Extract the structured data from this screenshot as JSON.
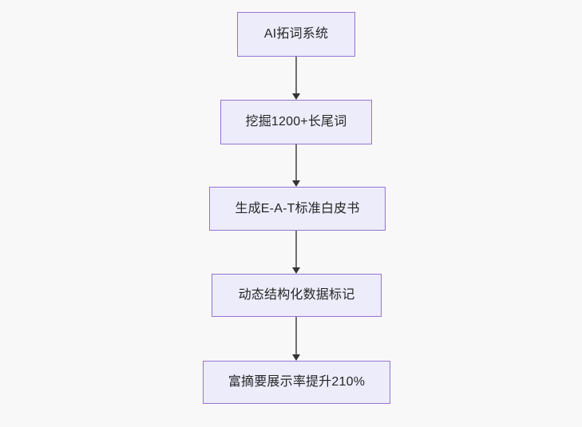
{
  "diagram": {
    "type": "flowchart",
    "direction": "top-to-bottom",
    "background_color": "#f8f8f8",
    "node_fill_color": "#ececfb",
    "node_border_color": "#9673d3",
    "node_text_color": "#262626",
    "connector_color": "#6f6f6f",
    "nodes": [
      {
        "id": "n1",
        "label": "AI拓词系统"
      },
      {
        "id": "n2",
        "label": "挖掘1200+长尾词"
      },
      {
        "id": "n3",
        "label": "生成E-A-T标准白皮书"
      },
      {
        "id": "n4",
        "label": "动态结构化数据标记"
      },
      {
        "id": "n5",
        "label": "富摘要展示率提升210%"
      }
    ],
    "edges": [
      {
        "from": "n1",
        "to": "n2",
        "label": ""
      },
      {
        "from": "n2",
        "to": "n3",
        "label": ""
      },
      {
        "from": "n3",
        "to": "n4",
        "label": ""
      },
      {
        "from": "n4",
        "to": "n5",
        "label": ""
      }
    ]
  }
}
